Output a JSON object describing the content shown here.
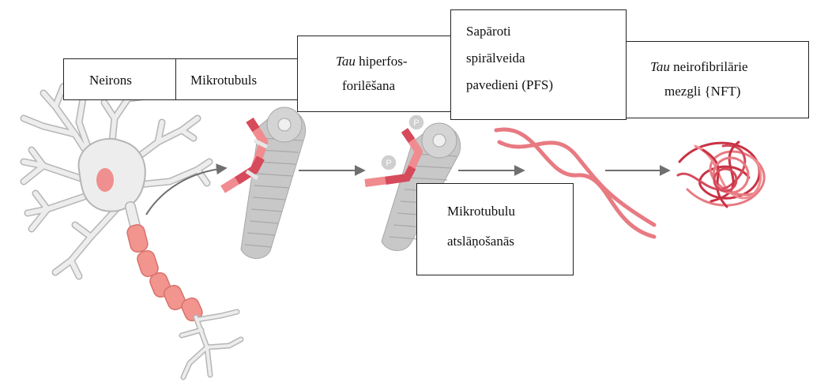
{
  "colors": {
    "neuron_fill": "#ededed",
    "neuron_stroke": "#b5b5b5",
    "nucleus": "#ef8f8f",
    "myelin": "#f1958e",
    "microtubule": "#c8c8c8",
    "tau_red": "#d64a5c",
    "tau_pink": "#f08c90",
    "phosphate": "#cfcfcf",
    "arrow": "#6f6f6f",
    "filament": "#e87a82",
    "tangle_dark": "#c93244"
  },
  "labels": {
    "neuron": "Neirons",
    "microtubule": "Mikrotubuls",
    "hyperphos": {
      "italic": "Tau",
      "rest": " hiperfos-",
      "line2": "forilēšana"
    },
    "phf": {
      "line1": "Sapāroti",
      "line2": "spirālveida",
      "line3": "pavedieni (PFS)"
    },
    "nft": {
      "italic": "Tau",
      "rest": " neirofibrilārie",
      "line2": "mezgli {NFT)"
    },
    "disassembly": {
      "line1": "Mikrotubulu",
      "line2": "atslāņošanās"
    }
  },
  "icons": {
    "phosphate_label": "P"
  }
}
